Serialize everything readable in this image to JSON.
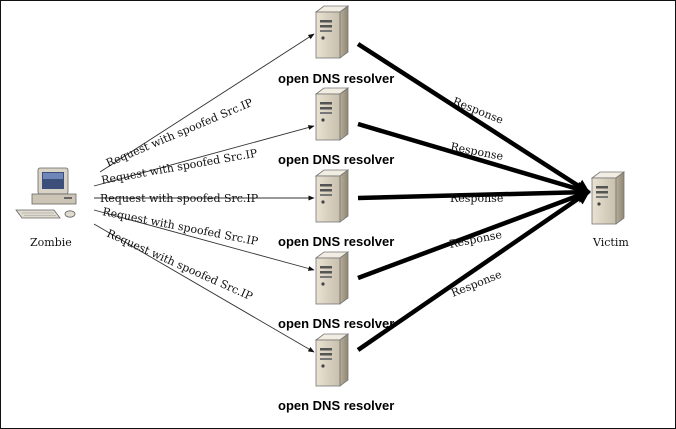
{
  "zombie": {
    "label": "Zombie",
    "icon": "desktop-computer-icon"
  },
  "victim": {
    "label": "Victim",
    "icon": "server-tower-icon"
  },
  "resolvers": [
    {
      "label": "open DNS resolver",
      "icon": "server-tower-icon"
    },
    {
      "label": "open DNS resolver",
      "icon": "server-tower-icon"
    },
    {
      "label": "open DNS resolver",
      "icon": "server-tower-icon"
    },
    {
      "label": "open DNS resolver",
      "icon": "server-tower-icon"
    },
    {
      "label": "open DNS resolver",
      "icon": "server-tower-icon"
    }
  ],
  "requests": [
    {
      "label": "Request with spoofed Src.IP"
    },
    {
      "label": "Request with spoofed Src.IP"
    },
    {
      "label": "Request with spoofed Src.IP"
    },
    {
      "label": "Request with spoofed Src.IP"
    },
    {
      "label": "Request with spoofed Src.IP"
    }
  ],
  "responses": [
    {
      "label": "Response"
    },
    {
      "label": "Response"
    },
    {
      "label": "Response"
    },
    {
      "label": "Response"
    },
    {
      "label": "Response"
    }
  ]
}
